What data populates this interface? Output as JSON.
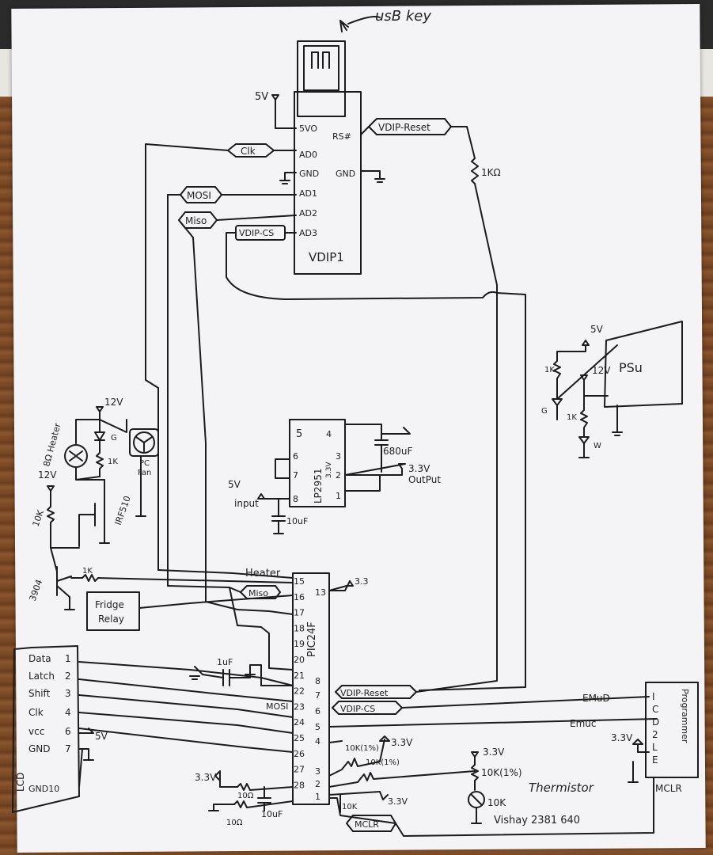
{
  "usb": {
    "label": "usB key"
  },
  "vdip": {
    "name": "VDIP1",
    "pins_left": [
      "5VO",
      "AD0",
      "GND",
      "AD1",
      "AD2",
      "AD3"
    ],
    "pins_right": [
      "RS#",
      "GND"
    ],
    "supply": "5V"
  },
  "tags": {
    "clk": "Clk",
    "mosi": "MOSI",
    "miso": "Miso",
    "vdip_cs": "VDIP-CS",
    "vdip_reset": "VDIP-Reset",
    "miso2": "Miso",
    "vdip_reset2": "VDIP-Reset",
    "vdip_cs2": "VDIP-CS",
    "mclr": "MCLR"
  },
  "resistor_1k": "1KΩ",
  "psu": {
    "label": "PSu",
    "v5": "5V",
    "v12": "12V",
    "r1": "1K",
    "r2": "1K",
    "g": "G",
    "w": "W"
  },
  "regulator": {
    "name": "LP2951",
    "sub": "3.3V",
    "pins_left": [
      "5",
      "6",
      "7",
      "8"
    ],
    "pins_right": [
      "4",
      "3",
      "2",
      "1"
    ],
    "cap": "680uF",
    "out_v": "3.3V",
    "out": "OutPut",
    "in_v": "5V",
    "in": "input",
    "in_cap": "10uF"
  },
  "heater": {
    "v12": "12V",
    "heater": "8Ω Heater",
    "g": "G",
    "r1k": "1K",
    "pc": "PC",
    "fan": "Fan",
    "mosfet": "IRF510",
    "v12b": "12V",
    "r10k": "10K",
    "transistor": "3904",
    "rb": "1K"
  },
  "relay": {
    "label1": "Fridge",
    "label2": "Relay"
  },
  "pic": {
    "name": "PIC24F",
    "pins_left": [
      "15",
      "16",
      "17",
      "18",
      "19",
      "20",
      "21",
      "22",
      "23",
      "24",
      "25",
      "26",
      "27",
      "28"
    ],
    "pins_right": [
      "13",
      "8",
      "7",
      "6",
      "5",
      "4",
      "3",
      "2",
      "1"
    ],
    "heater": "Heater",
    "v33": "3.3",
    "mosi": "MOSI"
  },
  "lcd": {
    "labels": [
      "Data",
      "Latch",
      "Shift",
      "Clk",
      "vcc",
      "GND"
    ],
    "pins": [
      "1",
      "2",
      "3",
      "4",
      "6",
      "7"
    ],
    "gnd10": "GND10",
    "v5": "5V",
    "name": "LCD"
  },
  "programmer": {
    "name": "Programmer",
    "pins": [
      "I",
      "C",
      "D",
      "2",
      "L",
      "E"
    ],
    "emud": "EMuD",
    "emuc": "Emuc",
    "v33": "3.3V",
    "mclr": "MCLR"
  },
  "misc": {
    "cap1uf": "1uF",
    "v33a": "3.3V",
    "r10k1a": "10K(1%)",
    "r10k1b": "10K(1%)",
    "v33b": "3.3V",
    "r10k1c": "10K(1%)",
    "r10k_therm": "10K",
    "thermistor": "Thermistor",
    "vishay": "Vishay 2381 640",
    "v33c": "3.3V",
    "r10k": "10K",
    "v33d": "3.3V",
    "r10a": "10Ω",
    "r10b": "10Ω",
    "cap10uf": "10uF"
  }
}
